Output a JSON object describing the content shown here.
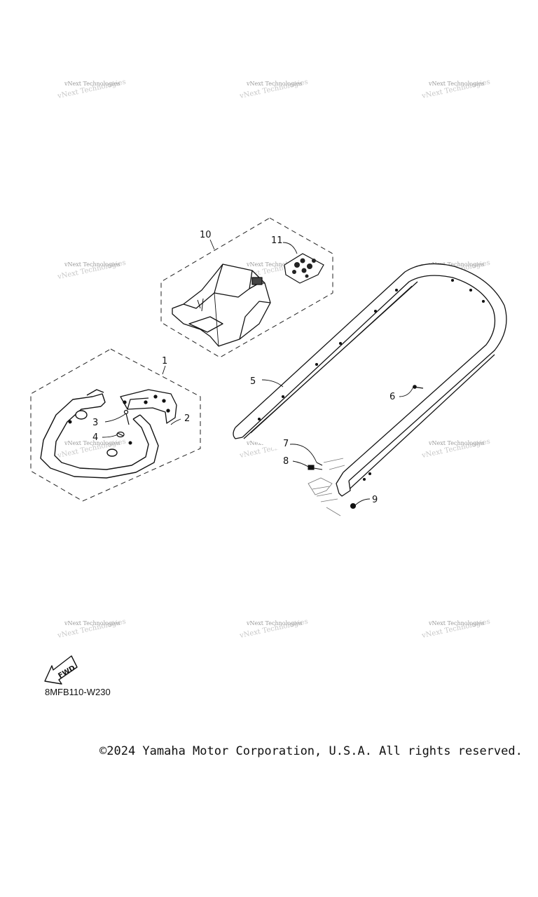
{
  "watermark": {
    "text": "vNext Technologies"
  },
  "callouts": [
    "1",
    "2",
    "3",
    "4",
    "5",
    "6",
    "7",
    "8",
    "9",
    "10",
    "11"
  ],
  "fwd_badge": "FWD",
  "part_code": "8MFB110-W230",
  "copyright": "©2024 Yamaha Motor Corporation, U.S.A. All rights reserved."
}
